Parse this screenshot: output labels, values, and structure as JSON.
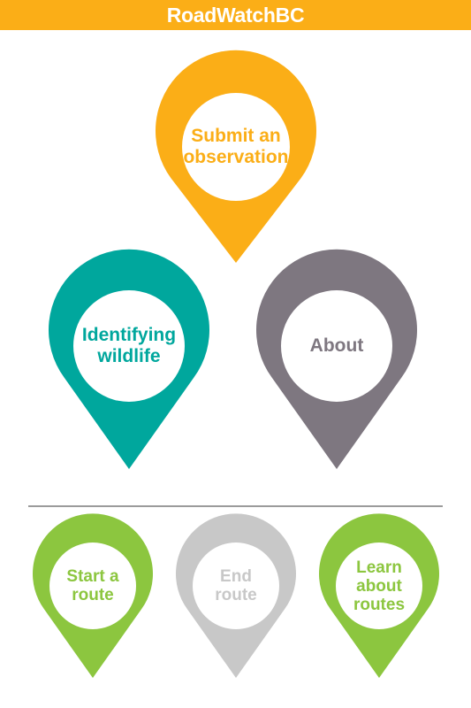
{
  "app": {
    "title": "RoadWatchBC",
    "header_color": "#FBAE17"
  },
  "pins": {
    "submit": {
      "label": "Submit an\nobservation",
      "color": "#FBAE17",
      "icon": "map-pin-icon"
    },
    "identify": {
      "label": "Identifying\nwildlife",
      "color": "#00A79D",
      "icon": "map-pin-icon"
    },
    "about": {
      "label": "About",
      "color": "#7E7780",
      "icon": "map-pin-icon"
    },
    "start": {
      "label": "Start a\nroute",
      "color": "#8CC63F",
      "icon": "map-pin-icon"
    },
    "end": {
      "label": "End\nroute",
      "color": "#C8C8C8",
      "icon": "map-pin-icon"
    },
    "learn": {
      "label": "Learn\nabout\nroutes",
      "color": "#8CC63F",
      "icon": "map-pin-icon"
    }
  }
}
